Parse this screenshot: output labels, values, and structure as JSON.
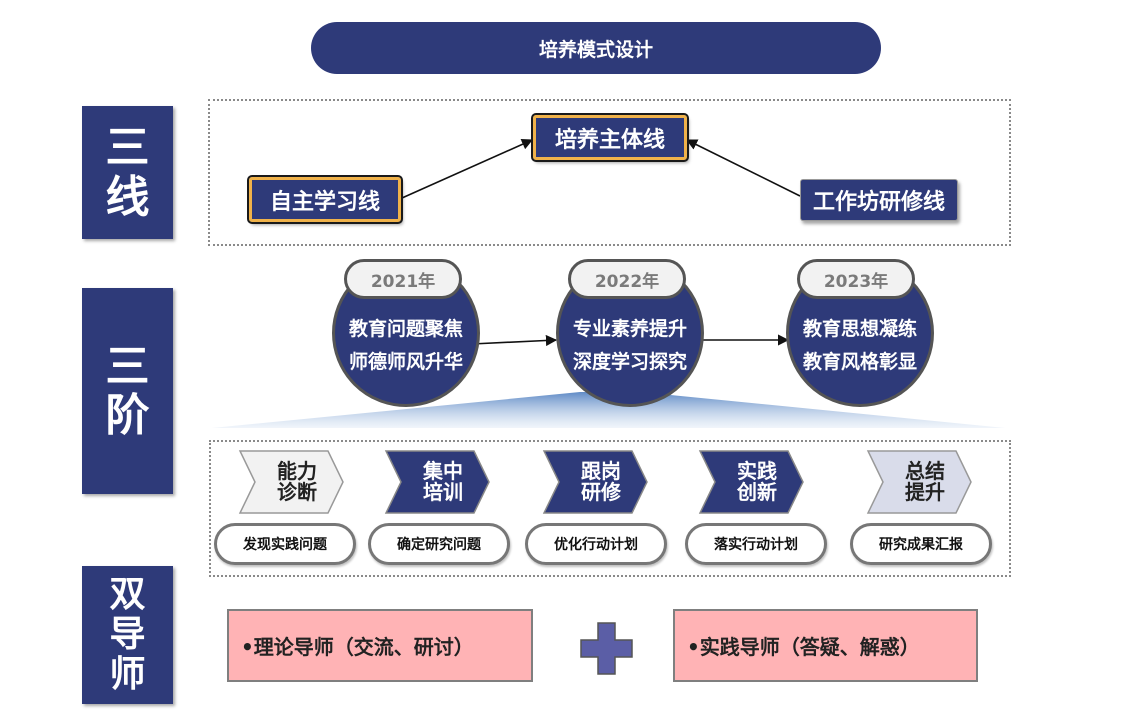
{
  "title": "培养模式设计",
  "side_labels": {
    "lines": [
      "三",
      "线"
    ],
    "stages": [
      "三",
      "阶"
    ],
    "mentors": [
      "双",
      "导",
      "师"
    ]
  },
  "three_lines": {
    "center": "培养主体线",
    "left": "自主学习线",
    "right": "工作坊研修线"
  },
  "stages": [
    {
      "year": "2021年",
      "line1": "教育问题聚焦",
      "line2": "师德师风升华"
    },
    {
      "year": "2022年",
      "line1": "专业素养提升",
      "line2": "深度学习探究"
    },
    {
      "year": "2023年",
      "line1": "教育思想凝练",
      "line2": "教育风格彰显"
    }
  ],
  "steps": [
    {
      "chevron": [
        "能力",
        "诊断"
      ],
      "task": "发现实践问题"
    },
    {
      "chevron": [
        "集中",
        "培训"
      ],
      "task": "确定研究问题"
    },
    {
      "chevron": [
        "跟岗",
        "研修"
      ],
      "task": "优化行动计划"
    },
    {
      "chevron": [
        "实践",
        "创新"
      ],
      "task": "落实行动计划"
    },
    {
      "chevron": [
        "总结",
        "提升"
      ],
      "task": "研究成果汇报"
    }
  ],
  "mentors": {
    "left": "•理论导师（交流、研讨）",
    "right": "•实践导师（答疑、解惑）"
  },
  "colors": {
    "navy": "#2e3a79",
    "gold": "#f0b24a",
    "pink": "#ffb3b5",
    "plus": "#5b5ea6",
    "chevron_first": "#f2f2f2",
    "chevron_last": "#d9dcea"
  }
}
